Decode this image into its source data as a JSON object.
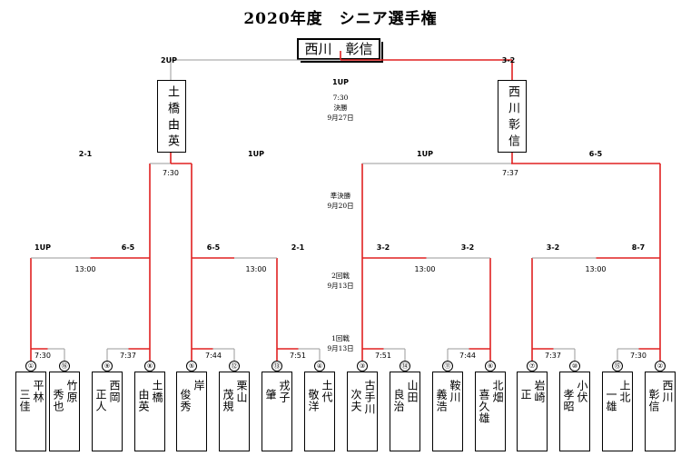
{
  "title": "2020年度　シニア選手権",
  "champion": "西川　彰信",
  "final": {
    "left_score": "2UP",
    "right_score": "3-2",
    "center_score": "1UP",
    "time": "7:30",
    "round": "決勝",
    "date": "9月27日",
    "left_finalist": "土橋由英",
    "right_finalist": "西川彰信"
  },
  "semifinal": {
    "round": "準決勝",
    "date": "9月20日",
    "left": {
      "time": "7:30",
      "score_a": "2-1",
      "score_b": "1UP"
    },
    "right": {
      "time": "7:37",
      "score_a": "1UP",
      "score_b": "6-5"
    }
  },
  "round2": {
    "round": "2回戦",
    "date": "9月13日",
    "matches": [
      {
        "time": "13:00",
        "score_a": "1UP",
        "score_b": "6-5"
      },
      {
        "time": "13:00",
        "score_a": "6-5",
        "score_b": "2-1"
      },
      {
        "time": "13:00",
        "score_a": "3-2",
        "score_b": "3-2"
      },
      {
        "time": "13:00",
        "score_a": "3-2",
        "score_b": "8-7"
      }
    ]
  },
  "round1": {
    "round": "1回戦",
    "date": "9月13日",
    "times": [
      "7:30",
      "7:37",
      "7:44",
      "7:51",
      "7:51",
      "7:44",
      "7:37",
      "7:30"
    ]
  },
  "players": [
    {
      "seed": "①",
      "surname": "平林",
      "given": "三佳"
    },
    {
      "seed": "⑯",
      "surname": "竹原",
      "given": "秀也"
    },
    {
      "seed": "⑨",
      "surname": "西岡",
      "given": "正人"
    },
    {
      "seed": "⑧",
      "surname": "土橋",
      "given": "由英"
    },
    {
      "seed": "⑤",
      "surname": "岸",
      "given": "俊秀"
    },
    {
      "seed": "⑫",
      "surname": "栗山",
      "given": "茂規"
    },
    {
      "seed": "⑬",
      "surname": "戎子",
      "given": "肇"
    },
    {
      "seed": "④",
      "surname": "土代",
      "given": "敬洋"
    },
    {
      "seed": "③",
      "surname": "古手川",
      "given": "次夫"
    },
    {
      "seed": "⑭",
      "surname": "山田",
      "given": "良治"
    },
    {
      "seed": "⑪",
      "surname": "鞍川",
      "given": "義浩"
    },
    {
      "seed": "⑥",
      "surname": "北畑",
      "given": "喜久雄"
    },
    {
      "seed": "⑦",
      "surname": "岩崎",
      "given": "正"
    },
    {
      "seed": "⑩",
      "surname": "小伏",
      "given": "孝昭"
    },
    {
      "seed": "⑮",
      "surname": "上北",
      "given": "一雄"
    },
    {
      "seed": "②",
      "surname": "西川",
      "given": "彰信"
    }
  ]
}
